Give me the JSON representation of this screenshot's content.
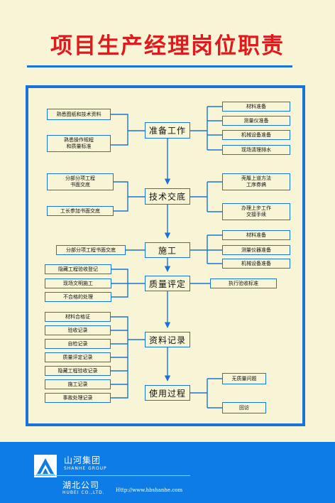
{
  "title": "项目生产经理岗位职责",
  "stages": [
    {
      "label": "准备工作"
    },
    {
      "label": "技术交底"
    },
    {
      "label": "施工"
    },
    {
      "label": "质量评定"
    },
    {
      "label": "资料记录"
    },
    {
      "label": "使用过程"
    }
  ],
  "left_items": {
    "prep": [
      "熟悉图纸和技术资料",
      "熟悉操作规程\n和质量标准"
    ],
    "tech": [
      "分部分项工程\n书面交底",
      "工长参加书面交底"
    ],
    "construct": [
      "分部分项工程书面交底"
    ],
    "quality": [
      "隐藏工程验收登记",
      "现场文明施工",
      "不合格的处理"
    ],
    "records": [
      "材料合格证",
      "验收记录",
      "自检记录",
      "质量评定记录",
      "隐藏工程验收记录",
      "施工记录",
      "事故处理记录"
    ]
  },
  "right_items": {
    "prep": [
      "材料准备",
      "测量仪准备",
      "机械设备准备",
      "现场清理排水"
    ],
    "tech": [
      "壳履上道方法\n工序券搞",
      "办理上步工作\n交接手续"
    ],
    "construct": [
      "材料准备",
      "测量仪器准备",
      "机械设备准备"
    ],
    "quality": [
      "执行验收标准"
    ],
    "use": [
      "无质量问题",
      "回访"
    ]
  },
  "footer": {
    "group_cn": "山河集团",
    "group_en": "SHANHE GROUP",
    "branch_cn": "湖北公司",
    "branch_en": "HUBEI CO.,LTD.",
    "website": "Http://www.hbshanhe.com"
  },
  "colors": {
    "accent": "#1a73d9",
    "title": "#e0191c",
    "background": "#f8f5d6",
    "footer": "#0e7ce6"
  }
}
